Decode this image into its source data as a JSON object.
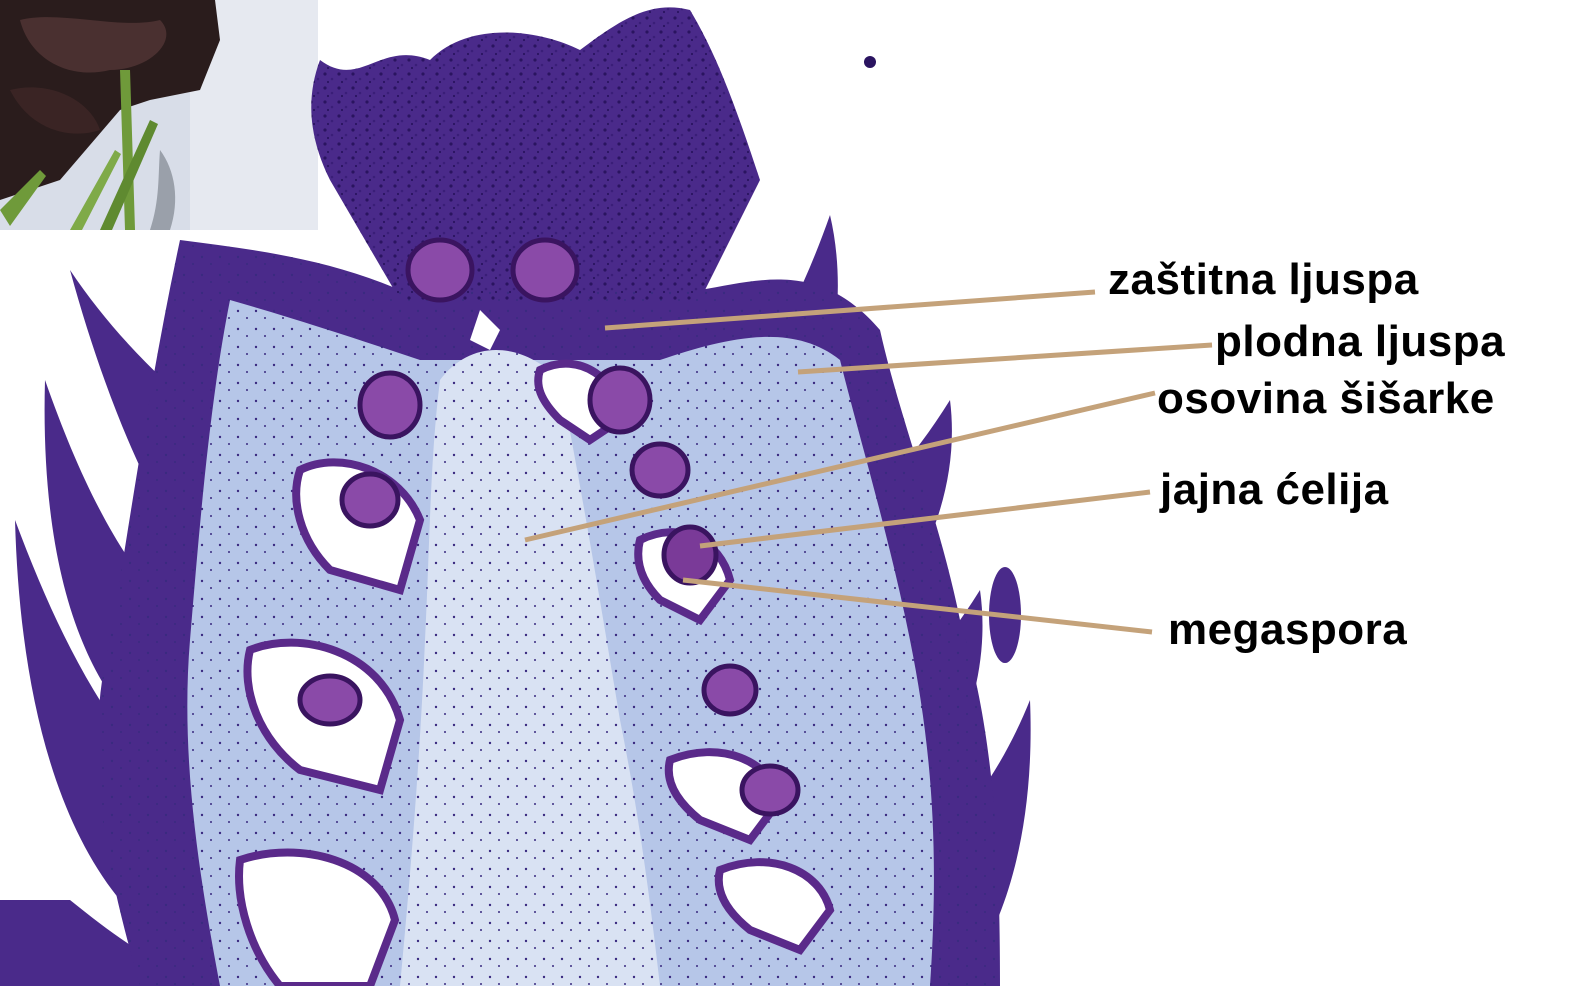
{
  "diagram": {
    "labels": [
      {
        "id": "protective-scale",
        "text": "zaštitna ljuspa"
      },
      {
        "id": "fertile-scale",
        "text": "plodna ljuspa"
      },
      {
        "id": "cone-axis",
        "text": "osovina šišarke"
      },
      {
        "id": "egg-cell",
        "text": "jajna ćelija"
      },
      {
        "id": "megaspore",
        "text": "megaspora"
      }
    ]
  },
  "colors": {
    "background": "#ffffff",
    "leader_line": "#c4a27a",
    "tissue_purple": "#4a2a8a",
    "tissue_dark": "#2a1460",
    "tissue_light": "#b6c6e8",
    "tissue_pale": "#d9e2f3",
    "inset_sky": "#d8dde8",
    "inset_cone": "#2a1c1c",
    "inset_needle": "#6f9a3a",
    "label_text": "#000000"
  }
}
